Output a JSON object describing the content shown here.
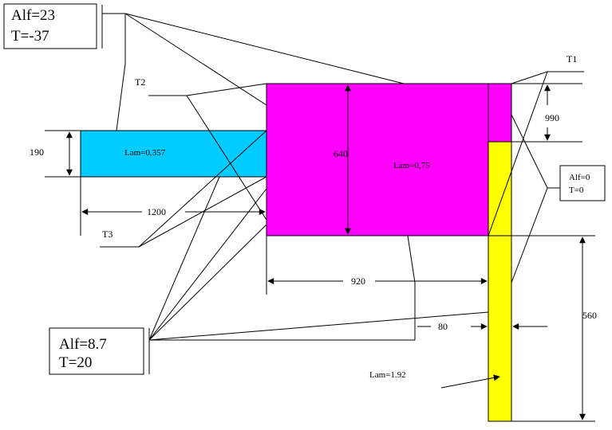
{
  "colors": {
    "lam_0357": "#00ccff",
    "lam_075": "#ff00ff",
    "lam_192": "#ffff00",
    "line": "#000000",
    "background": "#ffffff"
  },
  "boundary_outer_top": {
    "line1": "Alf=23",
    "line2": "T=-37"
  },
  "boundary_inner": {
    "line1": "Alf=8.7",
    "line2": "T=20"
  },
  "boundary_adiabatic": {
    "line1": "Alf=0",
    "line2": "T=0"
  },
  "materials": {
    "cyan": "Lam=0,357",
    "magenta": "Lam=0,75",
    "yellow": "Lam=1.92"
  },
  "temperature_labels": {
    "t1": "T1",
    "t2": "T2",
    "t3": "T3"
  },
  "dimensions": {
    "d190": "190",
    "d1200": "1200",
    "d640": "640",
    "d920": "920",
    "d990": "990",
    "d80": "80",
    "d560": "560"
  }
}
